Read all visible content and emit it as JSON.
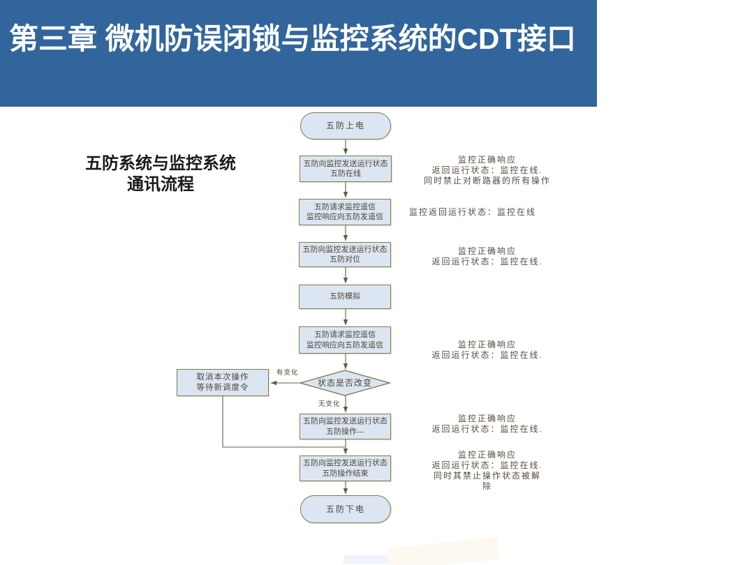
{
  "slide": {
    "title": "第三章 微机防误闭锁与监控系统的CDT接口",
    "caption": "五防系统与监控系统\n通讯流程"
  },
  "colors": {
    "banner_bg": "#32659B",
    "title_color": "#ffffff",
    "node_fill": "#DCE6F2",
    "node_border": "#7B7A4D",
    "node_text": "#4E4537",
    "line_color": "#60604A",
    "note_color": "#564C41",
    "subtitle_color": "#1a1a1a"
  },
  "flowchart": {
    "nodes": {
      "start": "五防上电",
      "online": "五防向监控发送运行状态\n五防在线",
      "request1": "五防请求监控遥信\n监控响应向五防发遥信",
      "align": "五防向监控发送运行状态\n五防对位",
      "simulate": "五防模拟",
      "request2": "五防请求监控遥信\n监控响应向五防发遥信",
      "decision": "状态是否改变",
      "cancel": "取消本次操作\n等待新调度令",
      "operate": "五防向监控发送运行状态\n五防操作---",
      "operate_end": "五防向监控发送运行状态\n五防操作结束",
      "end": "五防下电"
    },
    "edge_labels": {
      "changed": "有变化",
      "unchanged": "无变化"
    },
    "notes": {
      "n1": "监控正确响应\n返回运行状态：监控在线.\n同时禁止对断路器的所有操作",
      "n2": "监控返回运行状态：监控在线",
      "n3": "监控正确响应\n返回运行状态：监控在线.",
      "n4": "监控正确响应\n返回运行状态：监控在线.",
      "n5": "监控正确响应\n返回运行状态：监控在线.",
      "n6": "监控正确响应\n返回运行状态：监控在线.\n同时其禁止操作状态被解\n除"
    }
  }
}
